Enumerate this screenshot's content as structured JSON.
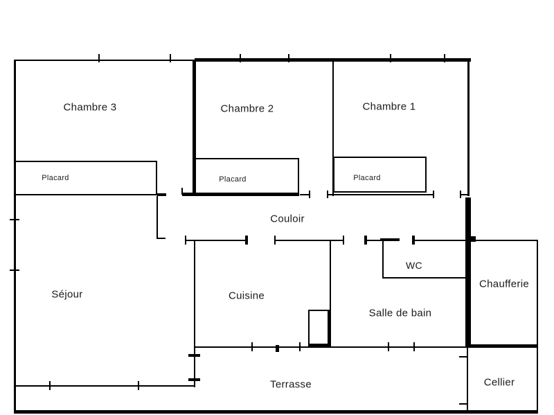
{
  "diagram_type": "apartment-floor-plan",
  "colors": {
    "background": "#ffffff",
    "wall": "#000000",
    "text": "#1a1a1a"
  },
  "rooms": {
    "chambre3": {
      "label": "Chambre 3"
    },
    "chambre2": {
      "label": "Chambre 2"
    },
    "chambre1": {
      "label": "Chambre 1"
    },
    "placard_chambre3": {
      "label": "Placard"
    },
    "placard_chambre2": {
      "label": "Placard"
    },
    "placard_chambre1": {
      "label": "Placard"
    },
    "couloir": {
      "label": "Couloir"
    },
    "sejour": {
      "label": "Séjour"
    },
    "cuisine": {
      "label": "Cuisine"
    },
    "wc": {
      "label": "WC"
    },
    "salle_de_bain": {
      "label": "Salle de bain"
    },
    "chaufferie": {
      "label": "Chaufferie"
    },
    "terrasse": {
      "label": "Terrasse"
    },
    "cellier": {
      "label": "Cellier"
    }
  }
}
